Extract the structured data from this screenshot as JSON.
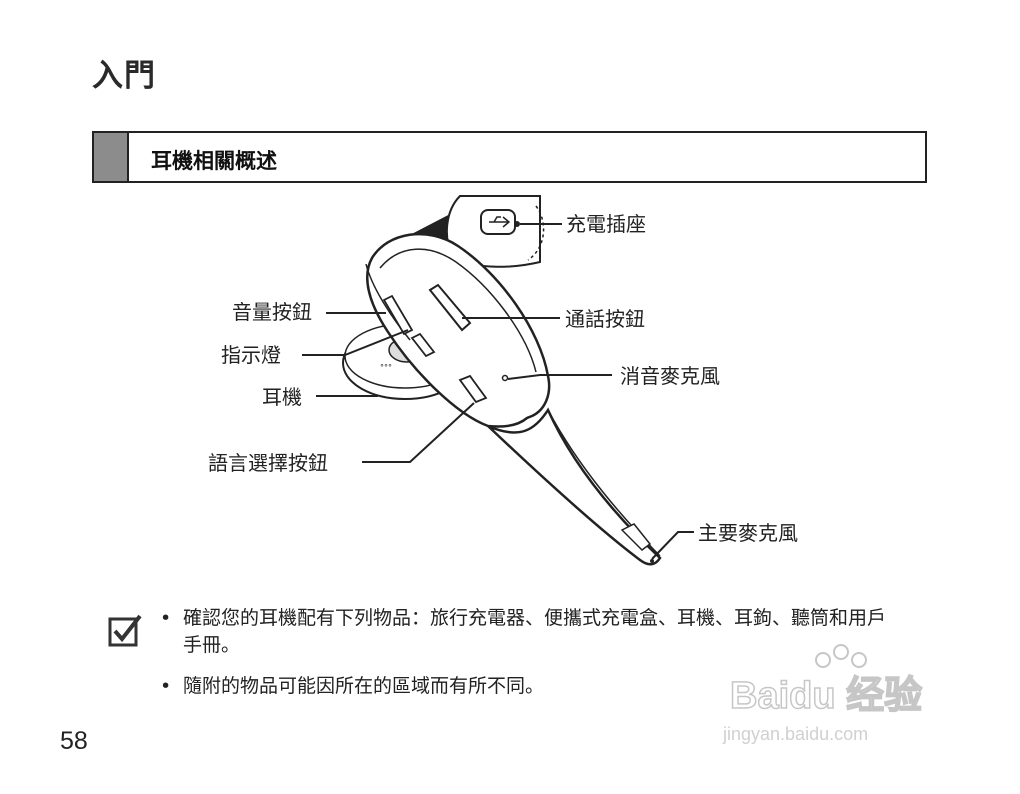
{
  "chapter_title": "入門",
  "section_title": "耳機相關概述",
  "labels": {
    "charging_port": "充電插座",
    "volume_button": "音量按鈕",
    "call_button": "通話按鈕",
    "indicator_light": "指示燈",
    "mute_mic": "消音麥克風",
    "earpiece": "耳機",
    "language_button": "語言選擇按鈕",
    "main_mic": "主要麥克風"
  },
  "notes": [
    {
      "bullet": "•",
      "text": "確認您的耳機配有下列物品：旅行充電器、便攜式充電盒、耳機、耳鉤、聽筒和用戶手冊。"
    },
    {
      "bullet": "•",
      "text": "隨附的物品可能因所在的區域而有所不同。"
    }
  ],
  "page_number": "58",
  "watermark": {
    "brand": "Baidu 经验",
    "url": "jingyan.baidu.com"
  },
  "icons": {
    "note": "checkbox-check-icon",
    "usb": "usb-icon"
  }
}
